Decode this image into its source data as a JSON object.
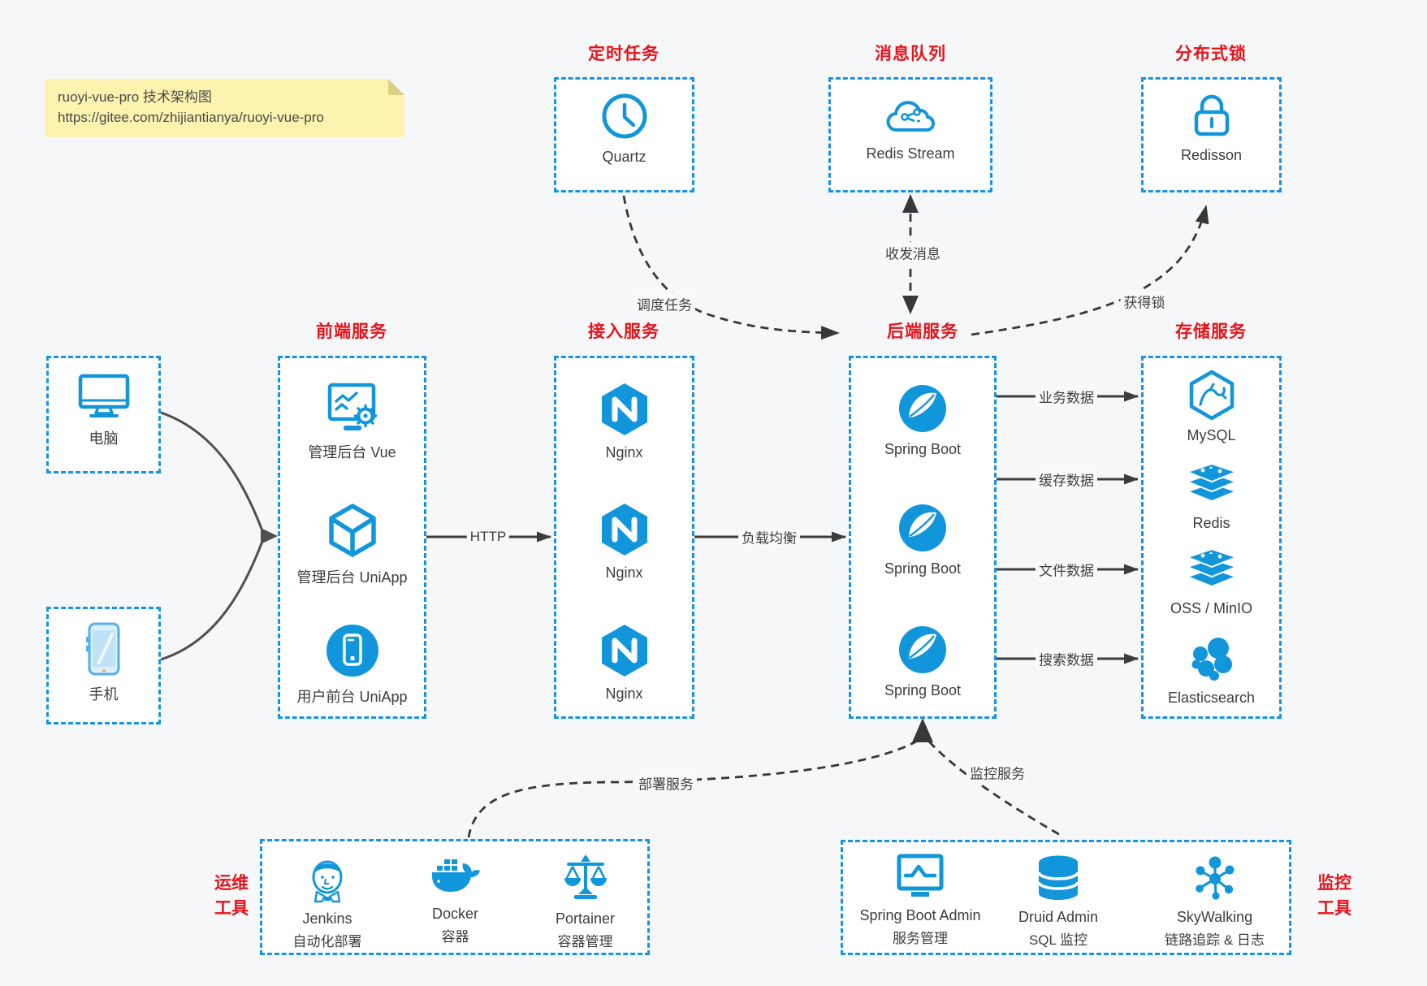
{
  "page": {
    "background": "#f6f7f8"
  },
  "colors": {
    "accent_blue": "#1296db",
    "border_blue": "#1593e9",
    "title_red": "#e8131a",
    "arrow_dark": "#3c3c3c",
    "note_bg": "#fbf3ae"
  },
  "note": {
    "line1": "ruoyi-vue-pro 技术架构图",
    "line2": "https://gitee.com/zhijiantianya/ruoyi-vue-pro"
  },
  "top_services": [
    {
      "title": "定时任务",
      "item": "Quartz",
      "icon": "clock-icon"
    },
    {
      "title": "消息队列",
      "item": "Redis Stream",
      "icon": "cloud-icon"
    },
    {
      "title": "分布式锁",
      "item": "Redisson",
      "icon": "lock-icon"
    }
  ],
  "clients": [
    {
      "label": "电脑",
      "icon": "desktop-icon"
    },
    {
      "label": "手机",
      "icon": "smartphone-icon"
    }
  ],
  "columns": {
    "frontend": {
      "title": "前端服务",
      "items": [
        "管理后台 Vue",
        "管理后台 UniApp",
        "用户前台 UniApp"
      ]
    },
    "access": {
      "title": "接入服务",
      "items": [
        "Nginx",
        "Nginx",
        "Nginx"
      ]
    },
    "backend": {
      "title": "后端服务",
      "items": [
        "Spring Boot",
        "Spring Boot",
        "Spring Boot"
      ]
    },
    "storage": {
      "title": "存储服务",
      "items": [
        "MySQL",
        "Redis",
        "OSS / MinIO",
        "Elasticsearch"
      ]
    }
  },
  "edges": {
    "http": "HTTP",
    "load_balance": "负载均衡",
    "business": "业务数据",
    "cache": "缓存数据",
    "file": "文件数据",
    "search": "搜索数据",
    "schedule": "调度任务",
    "message": "收发消息",
    "lock": "获得锁",
    "deploy": "部署服务",
    "monitor": "监控服务"
  },
  "ops": {
    "label_line1": "运维",
    "label_line2": "工具",
    "items": [
      {
        "name": "Jenkins",
        "desc": "自动化部署"
      },
      {
        "name": "Docker",
        "desc": "容器"
      },
      {
        "name": "Portainer",
        "desc": "容器管理"
      }
    ]
  },
  "monitoring": {
    "label_line1": "监控",
    "label_line2": "工具",
    "items": [
      {
        "name": "Spring Boot Admin",
        "desc": "服务管理"
      },
      {
        "name": "Druid Admin",
        "desc": "SQL 监控"
      },
      {
        "name": "SkyWalking",
        "desc": "链路追踪 & 日志"
      }
    ]
  }
}
